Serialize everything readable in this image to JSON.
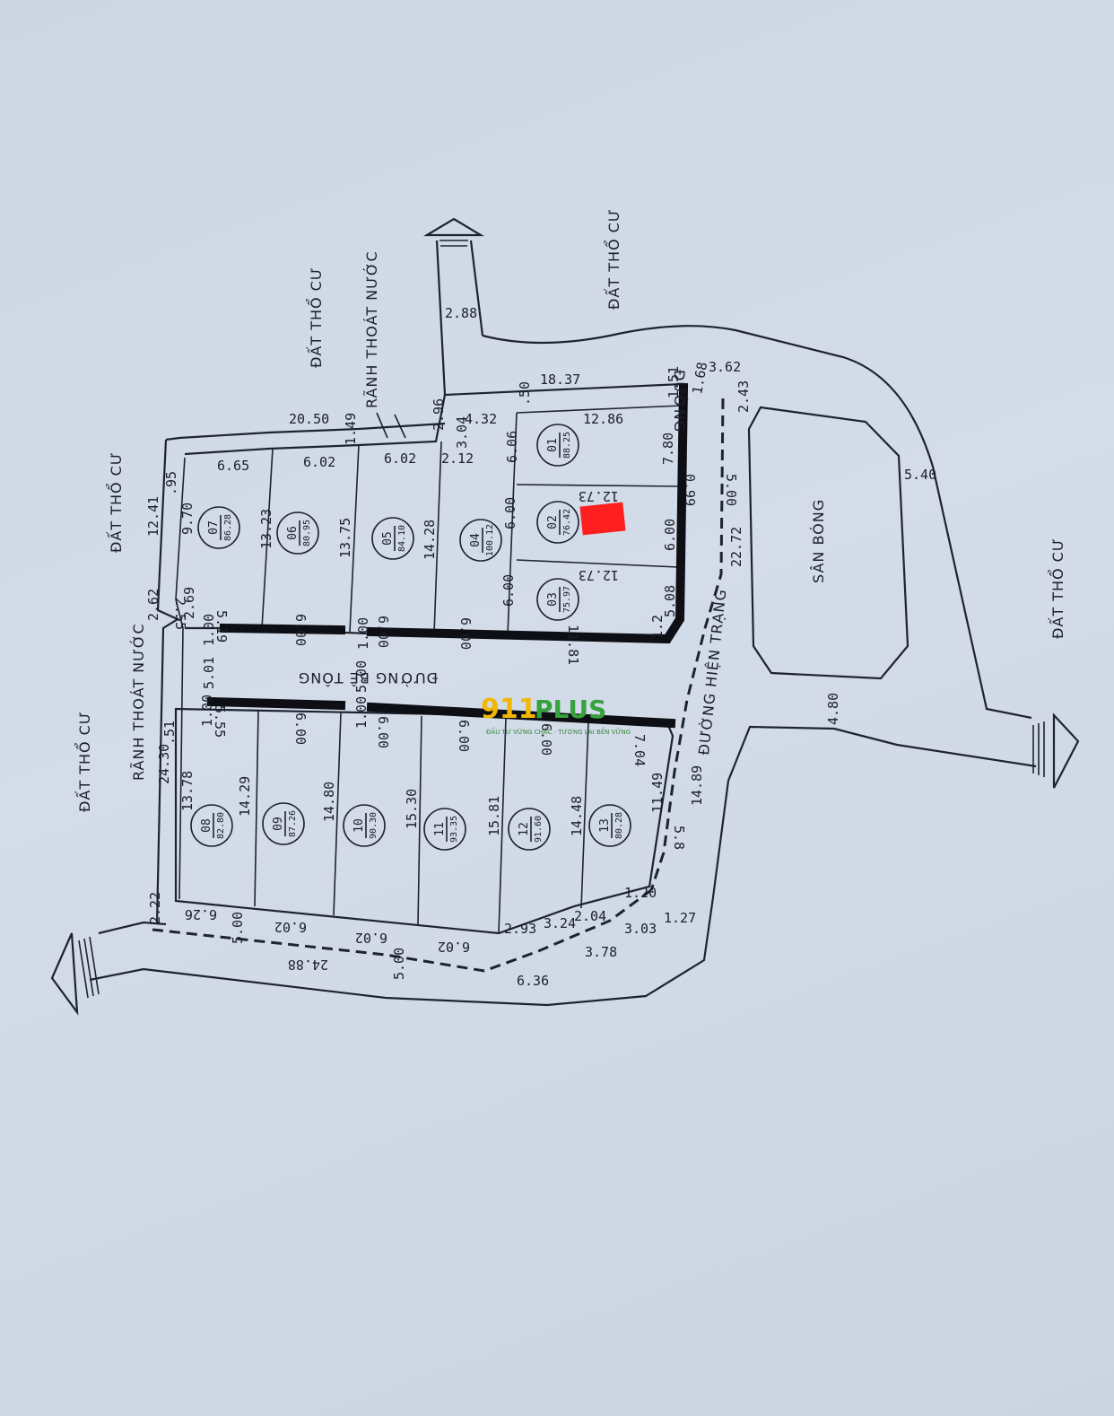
{
  "areas": {
    "tho_cu": "ĐẤT THỔ CƯ",
    "ranh": "RÃNH THOÁT NƯỚC",
    "duong": "ĐƯỜNG",
    "duong_be_tong": "ĐƯỜNG BÊ TÔNG",
    "duong_hien_trang": "ĐƯỜNG HIỆN TRẠNG",
    "san_bong": "SÂN BÓNG"
  },
  "lots": [
    {
      "id": "01",
      "area": "88.25"
    },
    {
      "id": "02",
      "area": "76.42"
    },
    {
      "id": "03",
      "area": "75.97"
    },
    {
      "id": "04",
      "area": "100.12"
    },
    {
      "id": "05",
      "area": "84.10"
    },
    {
      "id": "06",
      "area": "80.95"
    },
    {
      "id": "07",
      "area": "86.28"
    },
    {
      "id": "08",
      "area": "82.80"
    },
    {
      "id": "09",
      "area": "87.26"
    },
    {
      "id": "10",
      "area": "90.30"
    },
    {
      "id": "11",
      "area": "93.35"
    },
    {
      "id": "12",
      "area": "91.60"
    },
    {
      "id": "13",
      "area": "80.28"
    }
  ],
  "dims": {
    "d2_88": "2.88",
    "d18_37": "18.37",
    "d50": ".50",
    "d1_51": "1.51",
    "d1_68": "1.68",
    "d3_62": "3.62",
    "d2_43": "2.43",
    "d2_96": "2.96",
    "d4_32": "4.32",
    "d3_04": "3.04",
    "d20_50": "20.50",
    "d1_49": "1.49",
    "d12_86": "12.86",
    "d6_06": "6.06",
    "d7_80": "7.80",
    "d6_65": "6.65",
    "d6_02a": "6.02",
    "d6_02b": "6.02",
    "d2_12": "2.12",
    "d12_41": "12.41",
    "d9_70": "9.70",
    "d95": ".95",
    "d13_23": "13.23",
    "d13_75": "13.75",
    "d14_28": "14.28",
    "d6_00a": "6.00",
    "d12_73a": "12.73",
    "d5_00a": "5.00",
    "d0_99": "0.99",
    "d22_72": "22.72",
    "d6_00b": "6.00",
    "d6_00c": "6.00",
    "d12_73b": "12.73",
    "d2_55": "2.55",
    "d2_69": "2.69",
    "d2_62": "2.62",
    "d5_19": "5.19",
    "d6_00d": "6.00",
    "d6_00e": "6.00",
    "d6_00f": "6.00",
    "d1_00a": "1.00",
    "d1_00b": "1.00",
    "d11_81": "11.81",
    "d5_08": "5.08",
    "d1_2": "1.2",
    "d5_01": "5.01",
    "d5_00b": "5.00",
    "d5_40": "5.40",
    "d1_00c": "1.00",
    "d1_00d": "1.00",
    "d5_55": "5.55",
    "d6_00g": "6.00",
    "d6_00h": "6.00",
    "d6_00i": "6.00",
    "d6_00j": "6.00",
    "d7_04": "7.04",
    "d4_80": "4.80",
    "d24_30": "24.30",
    "d51": ".51",
    "d13_78": "13.78",
    "d14_29": "14.29",
    "d14_80": "14.80",
    "d15_30": "15.30",
    "d15_81": "15.81",
    "d14_48": "14.48",
    "d11_49": "11.49",
    "d14_89": "14.89",
    "d5_8": "5.8",
    "d2_22": "2.22",
    "d6_26": "6.26",
    "d6_02c": "6.02",
    "d6_02d": "6.02",
    "d6_02e": "6.02",
    "d2_93": "2.93",
    "d3_24": "3.24",
    "d2_04": "2.04",
    "d1_20": "1.20",
    "d5_00c": "5.00",
    "d24_88": "24.88",
    "d5_00d": "5.00",
    "d6_36": "6.36",
    "d3_78": "3.78",
    "d3_03": "3.03",
    "d1_27": "1.27"
  },
  "watermark": {
    "brand_num": "911",
    "brand_txt": "PLUS",
    "slogan": "ĐẦU TƯ VỮNG CHẮC · TƯƠNG LAI BỀN VỮNG"
  },
  "colors": {
    "paper": "#cdd7e4",
    "ink": "#1e2330",
    "highlight": "#ff1f1f",
    "brand_yellow": "#f2b705",
    "brand_green": "#36a23e"
  }
}
